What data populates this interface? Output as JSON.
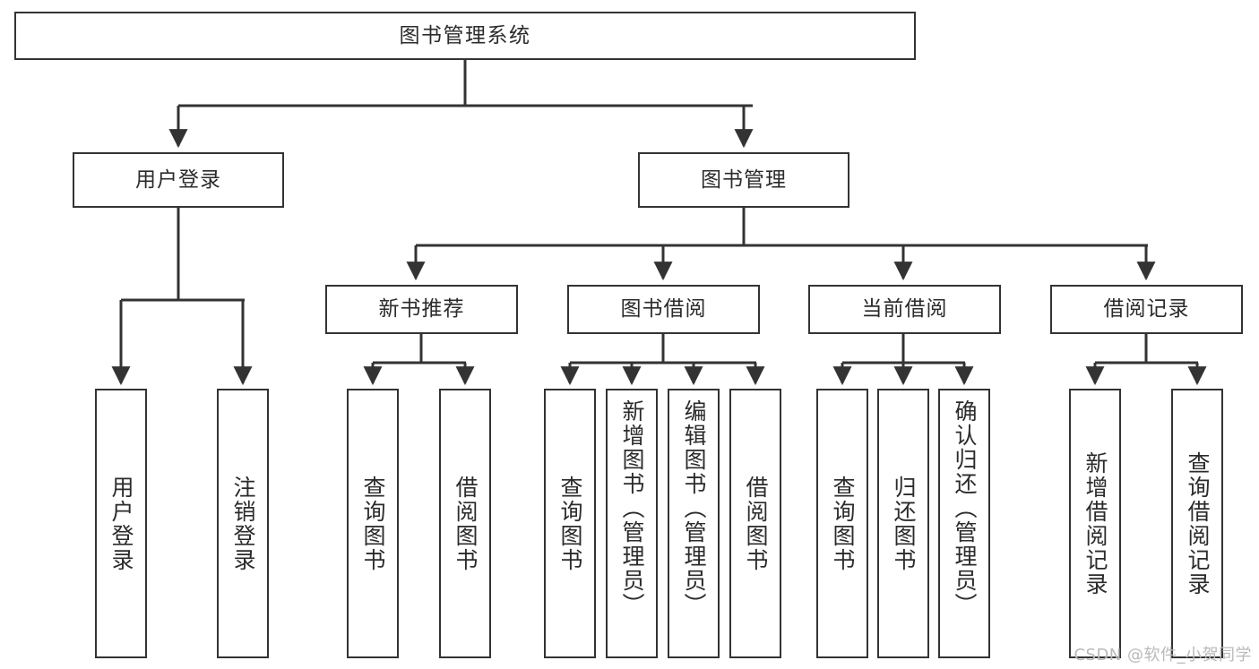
{
  "diagram": {
    "type": "tree-hierarchy",
    "title": "图书管理系统",
    "watermark": "CSDN @软件_小贺同学",
    "colors": {
      "stroke": "#333333",
      "text": "#2b2b2b",
      "background": "#ffffff",
      "watermark": "#b9b9b9"
    },
    "root": {
      "label": "图书管理系统"
    },
    "level1": [
      {
        "label": "用户登录"
      },
      {
        "label": "图书管理"
      }
    ],
    "level2": [
      {
        "label": "新书推荐"
      },
      {
        "label": "图书借阅"
      },
      {
        "label": "当前借阅"
      },
      {
        "label": "借阅记录"
      }
    ],
    "leaves": {
      "user_login": [
        {
          "label": "用户登录"
        },
        {
          "label": "注销登录"
        }
      ],
      "new_book": [
        {
          "label": "查询图书"
        },
        {
          "label": "借阅图书"
        }
      ],
      "book_borrow": [
        {
          "label": "查询图书"
        },
        {
          "label": "新增图书（管理员）"
        },
        {
          "label": "编辑图书（管理员）"
        },
        {
          "label": "借阅图书"
        }
      ],
      "current_borrow": [
        {
          "label": "查询图书"
        },
        {
          "label": "归还图书"
        },
        {
          "label": "确认归还（管理员）"
        }
      ],
      "borrow_record": [
        {
          "label": "新增借阅记录"
        },
        {
          "label": "查询借阅记录"
        }
      ]
    }
  }
}
